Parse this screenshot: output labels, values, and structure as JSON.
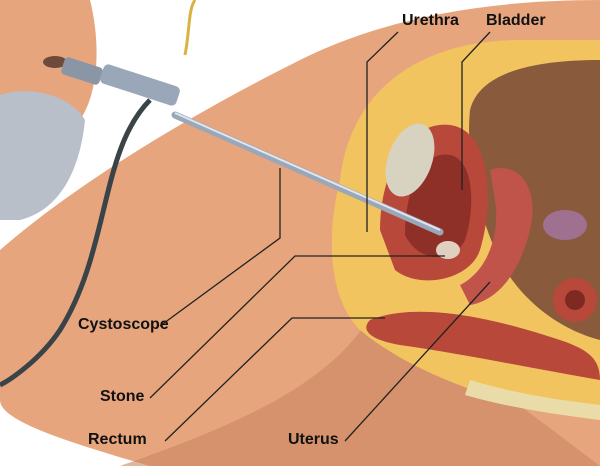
{
  "diagram": {
    "labels": {
      "urethra": "Urethra",
      "bladder": "Bladder",
      "cystoscope": "Cystoscope",
      "stone": "Stone",
      "rectum": "Rectum",
      "uterus": "Uterus"
    },
    "colors": {
      "skin": "#e7a57e",
      "skin_shadow": "#b5704c",
      "fat": "#f2c460",
      "muscle": "#b8483a",
      "cavity": "#8a5a3c",
      "scope": "#9aa7b8",
      "mask": "#b9bfc8"
    }
  }
}
